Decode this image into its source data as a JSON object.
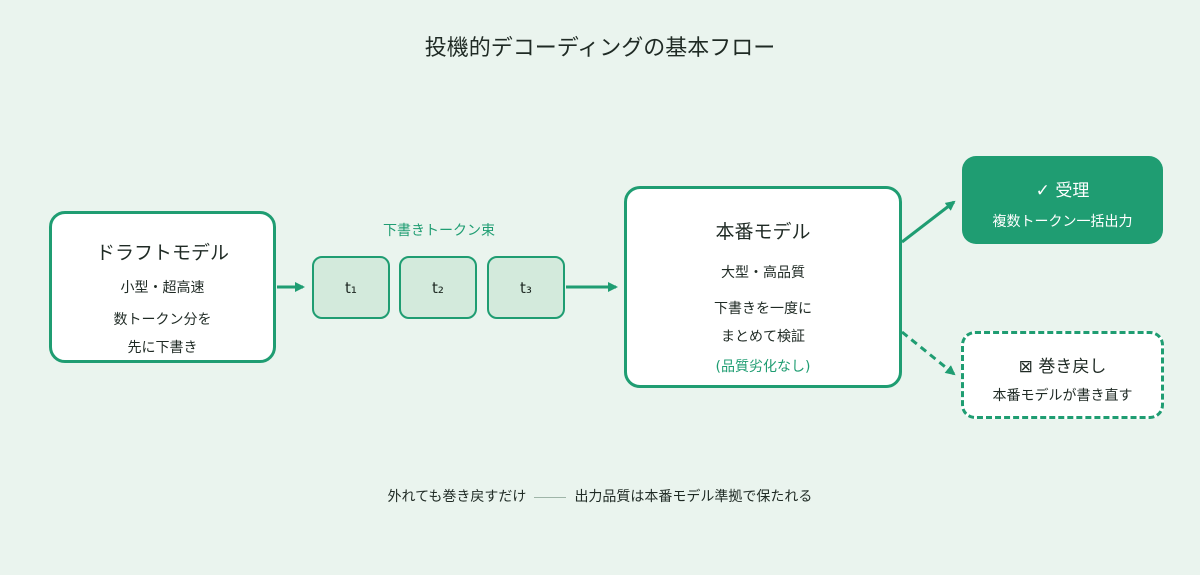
{
  "title": "投機的デコーディングの基本フロー",
  "draft": {
    "heading": "ドラフトモデル",
    "line1": "小型・超高速",
    "line2": "数トークン分を",
    "line3": "先に下書き"
  },
  "bundle": {
    "label": "下書きトークン束",
    "tokens": [
      "t₁",
      "t₂",
      "t₃"
    ]
  },
  "main_model": {
    "heading": "本番モデル",
    "line1": "大型・高品質",
    "line2": "下書きを一度に",
    "line3": "まとめて検証",
    "line4": "(品質劣化なし)"
  },
  "accept": {
    "icon": "check-icon",
    "heading": "✓ 受理",
    "line": "複数トークン一括出力"
  },
  "rollback": {
    "icon": "x-box-icon",
    "heading": "⊠ 巻き戻し",
    "line": "本番モデルが書き直す"
  },
  "footer": {
    "left": "外れても巻き戻すだけ",
    "right": "出力品質は本番モデル準拠で保たれる"
  },
  "colors": {
    "accent": "#1f9d72",
    "background": "#eaf4ee",
    "token_fill": "#d3eadc",
    "text": "#1f2a24"
  }
}
